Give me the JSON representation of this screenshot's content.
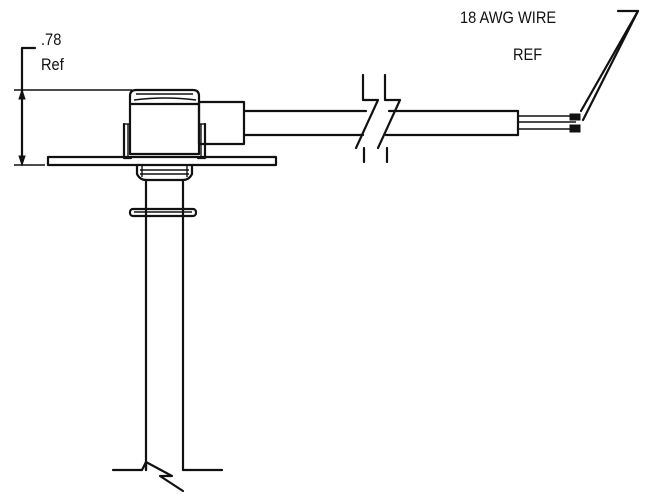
{
  "labels": {
    "dimension_value": ".78",
    "dimension_ref": "Ref",
    "wire_gauge": "18 AWG WIRE",
    "wire_ref": "REF"
  },
  "colors": {
    "line": "#111111",
    "background": "#ffffff"
  }
}
